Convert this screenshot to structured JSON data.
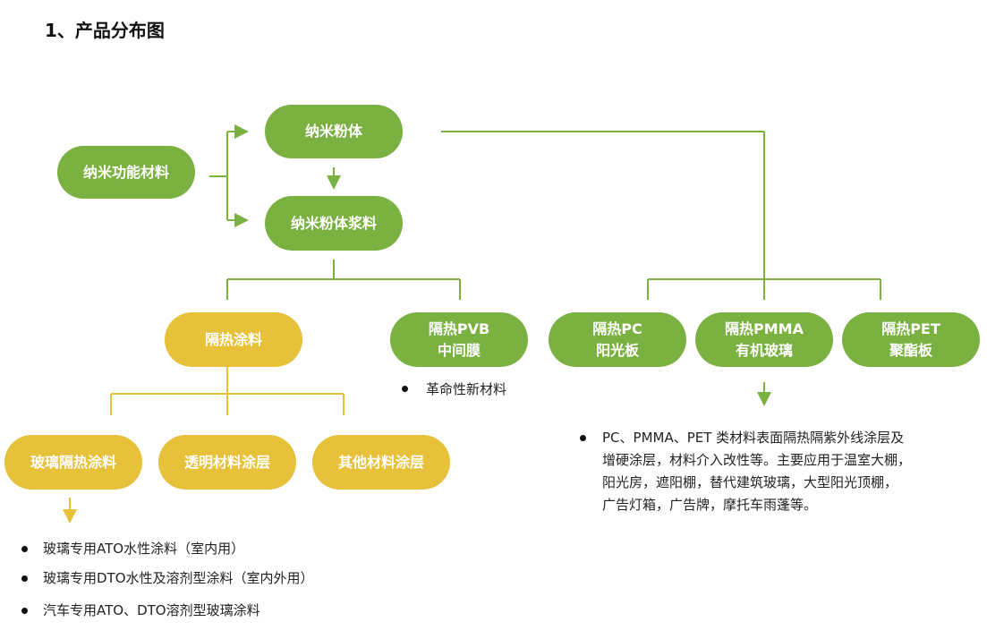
{
  "title": "1、产品分布图",
  "nodes": {
    "nano_functional": "纳米功能材料",
    "nano_powder": "纳米粉体",
    "nano_slurry": "纳米粉体浆料",
    "insulation_coating": "隔热涂料",
    "pvb": [
      "隔热PVB",
      "中间膜"
    ],
    "pc": [
      "隔热PC",
      "阳光板"
    ],
    "pmma": [
      "隔热PMMA",
      "有机玻璃"
    ],
    "pet": [
      "隔热PET",
      "聚酯板"
    ],
    "glass_coating": "玻璃隔热涂料",
    "transparent_coating": "透明材料涂层",
    "other_coating": "其他材料涂层"
  },
  "pvb_note": "革命性新材料",
  "plastics_note": [
    "PC、PMMA、PET 类材料表面隔热隔紫外线涂层及",
    "增硬涂层，材料介入改性等。主要应用于温室大棚，",
    "阳光房，遮阳棚，替代建筑玻璃，大型阳光顶棚，",
    "广告灯箱，广告牌，摩托车雨蓬等。"
  ],
  "glass_products": [
    "玻璃专用ATO水性涂料（室内用）",
    "玻璃专用DTO水性及溶剂型涂料（室内外用）",
    "汽车专用ATO、DTO溶剂型玻璃涂料"
  ],
  "colors": {
    "green": "#7ab141",
    "yellow": "#e7c13a"
  }
}
